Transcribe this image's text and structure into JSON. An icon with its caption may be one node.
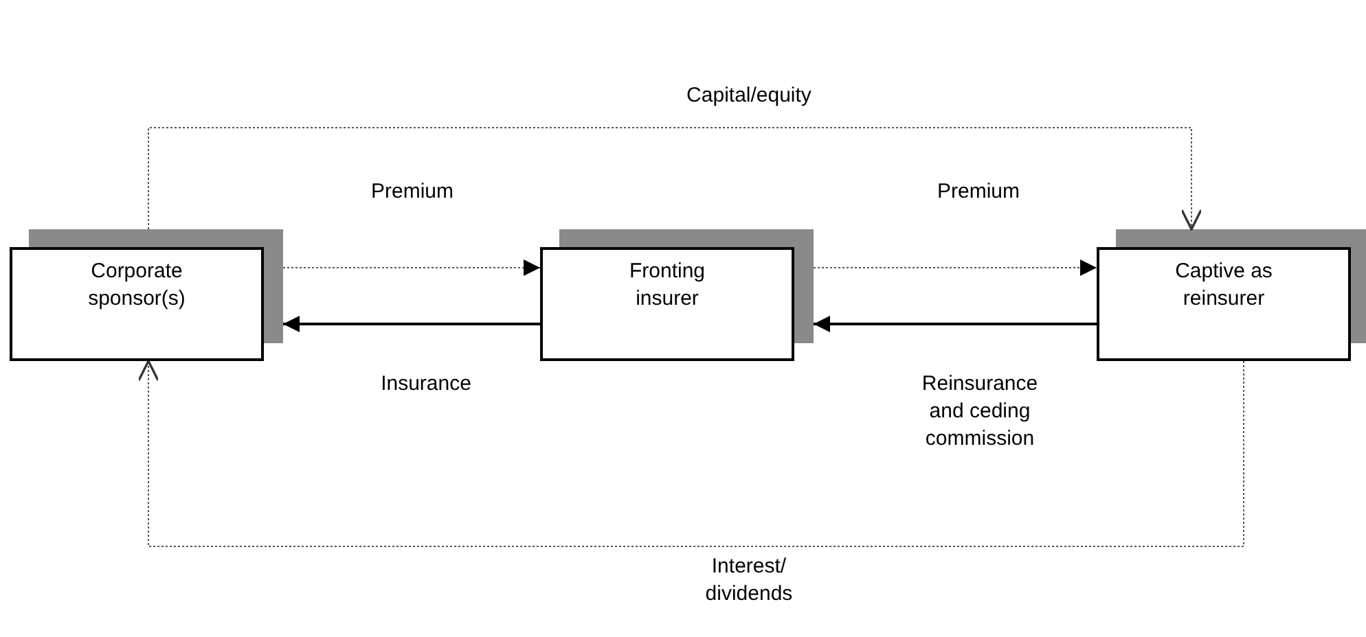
{
  "diagram": {
    "nodes": [
      {
        "text": [
          "Corporate sponsor(s)"
        ]
      },
      {
        "text": [
          "Fronting insurer"
        ]
      },
      {
        "text": [
          "Captive as reinsurer"
        ]
      }
    ],
    "edges": [
      {
        "from": 0,
        "to": 1,
        "arrow": "to",
        "label": "Premium",
        "style": "dashed"
      },
      {
        "from": 1,
        "to": 0,
        "arrow": "to",
        "label": "Insurance"
      },
      {
        "from": 1,
        "to": 2,
        "arrow": "to",
        "label": "Premium",
        "style": "dashed"
      },
      {
        "from": 2,
        "to": 1,
        "arrow": "to",
        "label": "Reinsurance and ceding commission"
      },
      {
        "from": 0,
        "to": 2,
        "arrow": "to",
        "label": "Capital/equity",
        "style": "dashed"
      },
      {
        "from": 2,
        "to": 0,
        "arrow": "to",
        "label": "Interest/ dividends",
        "style": "dashed"
      }
    ]
  }
}
